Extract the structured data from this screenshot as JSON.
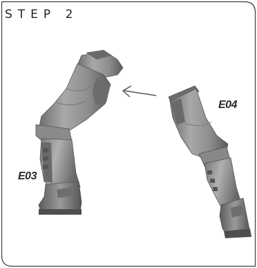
{
  "instruction": {
    "step_title": "STEP 2",
    "parts": [
      {
        "label": "E03",
        "icon": "leg-part-e03-icon"
      },
      {
        "label": "E04",
        "icon": "leg-part-e04-icon"
      }
    ],
    "direction_icon": "arrow-left-icon"
  }
}
